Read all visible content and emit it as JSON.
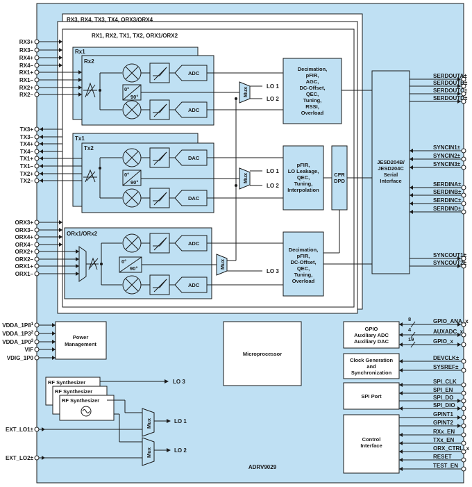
{
  "chip": {
    "name": "ADRV9029",
    "group_outer": "RX3, RX4, TX3, TX4, ORX3/ORX4",
    "group_inner": "RX1, RX2, TX1, TX2, ORX1/ORX2"
  },
  "channels": {
    "rx1": "Rx1",
    "rx2": "Rx2",
    "tx1": "Tx1",
    "tx2": "Tx2",
    "orx": "ORx1/ORx2"
  },
  "blocks": {
    "adc": "ADC",
    "dac": "DAC",
    "mux": "Mux",
    "phase_0": "0°",
    "phase_90": "90°",
    "rx_dsp": [
      "Decimation,",
      "pFIR,",
      "AGC,",
      "DC-Offset,",
      "QEC,",
      "Tuning,",
      "RSSI,",
      "Overload"
    ],
    "tx_dsp": [
      "pFIR,",
      "LO Leakage,",
      "QEC,",
      "Tuning,",
      "Interpolation"
    ],
    "cfr_dpd": [
      "CFR",
      "DPD"
    ],
    "orx_dsp": [
      "Decimation,",
      "pFIR,",
      "DC-Offset,",
      "QEC,",
      "Tuning,",
      "Overload"
    ],
    "jesd": [
      "JESD204B/",
      "JESD204C",
      "Serial",
      "Interface"
    ],
    "power_mgmt": [
      "Power",
      "Management"
    ],
    "microprocessor": "Microprocessor",
    "gpio": [
      "GPIO",
      "Auxiliary ADC",
      "Auxiliary DAC"
    ],
    "clock": [
      "Clock Generation",
      "and",
      "Synchronization"
    ],
    "spi": "SPI Port",
    "control": [
      "Control",
      "Interface"
    ],
    "rf_synth": "RF Synthesizer"
  },
  "lo_labels": {
    "lo1": "LO 1",
    "lo2": "LO 2",
    "lo3": "LO 3"
  },
  "bus_widths": {
    "gpio_ana": "8",
    "auxadc": "4",
    "gpio": "19"
  },
  "pins_left": {
    "rx": [
      "RX3+",
      "RX3–",
      "RX4+",
      "RX4–",
      "RX1+",
      "RX1–",
      "RX2+",
      "RX2–"
    ],
    "tx": [
      "TX3+",
      "TX3–",
      "TX4+",
      "TX4–",
      "TX1+",
      "TX1–",
      "TX2+",
      "TX2–"
    ],
    "orx": [
      "ORX3+",
      "ORX3–",
      "ORX4+",
      "ORX4–",
      "ORX2+",
      "ORX2–",
      "ORX1+",
      "ORX1–"
    ],
    "power": [
      "VDDA_1P8",
      "VDDA_1P3",
      "VDDA_1P0",
      "VIF",
      "VDIG_1P0"
    ],
    "power_sup": [
      "1",
      "2",
      "3",
      "",
      ""
    ],
    "ext_lo": [
      "EXT_LO1±",
      "EXT_LO2±"
    ]
  },
  "pins_right": {
    "serdout": [
      "SERDOUTA±",
      "SERDOUTB±",
      "SERDOUTC±",
      "SERDOUTD±"
    ],
    "syncin": [
      "SYNCIN1±",
      "SYNCIN2±",
      "SYNCIN3±"
    ],
    "serdin": [
      "SERDINA±",
      "SERDINB±",
      "SERDINC±",
      "SERDIND±"
    ],
    "syncout": [
      "SYNCOUT1±",
      "SYNCOUT2±"
    ],
    "gpio": [
      "GPIO_ANA_x",
      "AUXADC_x",
      "GPIO_x"
    ],
    "clock": [
      "DEVCLK±",
      "SYSREF±"
    ],
    "spi": [
      "SPI_CLK",
      "SPI_EN",
      "SPI_DO",
      "SPI_DIO"
    ],
    "control": [
      "GPINT1",
      "GPINT2",
      "RXx_EN",
      "TXx_EN",
      "ORX_CTRL_x",
      "RESET",
      "TEST_EN"
    ]
  }
}
